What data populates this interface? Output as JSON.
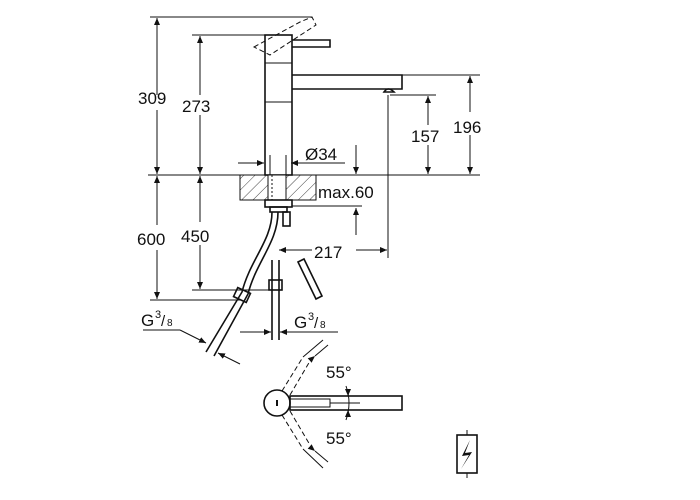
{
  "drawing": {
    "dimensions": {
      "total_height": "309",
      "body_height": "273",
      "spout_height": "196",
      "outlet_height": "157",
      "diameter": "Ø34",
      "counter_thickness": "max.60",
      "spout_reach": "217",
      "hose_length_total": "600",
      "hose_length": "450"
    },
    "connections": {
      "left": {
        "main": "G",
        "num": "3",
        "den": "8"
      },
      "right": {
        "main": "G",
        "num": "3",
        "den": "8"
      }
    },
    "rotation": {
      "upper_angle": "55°",
      "lower_angle": "55°"
    },
    "icon": "electrical-symbol-icon"
  }
}
